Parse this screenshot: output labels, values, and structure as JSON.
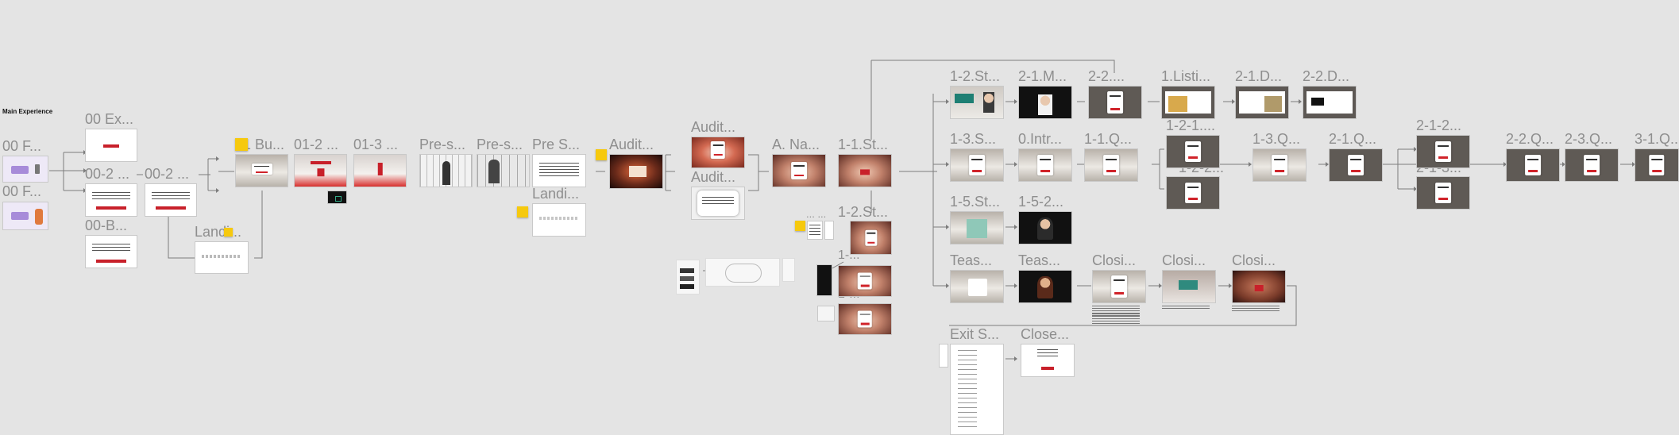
{
  "section_title": "Main Experience",
  "frame_labels": {
    "f00_1": "00 F...",
    "f00_2": "00 F...",
    "f00_ex": "00 Ex...",
    "f00_2a": "00-2 ...",
    "f00_2b": "00-2 ...",
    "f00_b": "00-B...",
    "land_1": "Landi...",
    "bu_01": "01 Bu...",
    "f01_2": "01-2 ...",
    "f01_3": "01-3 ...",
    "pres_1": "Pre-s...",
    "pres_2": "Pre-s...",
    "pres_3": "Pre S...",
    "land_2": "Landi...",
    "audit_1": "Audit...",
    "audit_2": "Audit...",
    "audit_3": "Audit...",
    "a_na": "A. Na...",
    "st_11": "1-1.St...",
    "st_12a": "1-2.St...",
    "st_12b": "1-2.St...",
    "st_13": "1-3.S...",
    "st_15": "1-5.St...",
    "m_21": "2-1.M...",
    "f_22": "2-2....",
    "intro_0": "0.Intr...",
    "q_11": "1-1.Q...",
    "f_152": "1-5-2...",
    "listi_1": "1.Listi...",
    "d_21": "2-1.D...",
    "d_22": "2-2.D...",
    "f_121": "1-2-1....",
    "f_122": "1-2-2...",
    "q_13": "1-3.Q...",
    "q_21": "2-1.Q...",
    "f_212": "2-1-2...",
    "f_213": "2-1-3...",
    "q_22": "2-2.Q...",
    "q_23": "2-3.Q...",
    "q_31": "3-1.Q...",
    "teas_1": "Teas...",
    "teas_2": "Teas...",
    "clos_1": "Closi...",
    "clos_2": "Closi...",
    "clos_3": "Closi...",
    "exit_s": "Exit S...",
    "clos_4": "Close...",
    "dots": "... ...",
    "f_1s1": "1-...",
    "f_1s2": "1-..."
  },
  "colors": {
    "canvas": "#e4e4e4",
    "connector": "#7d7d7d",
    "label": "#8e8e8e",
    "accent_red": "#c8202a",
    "sticky_yellow": "#f6c90e"
  }
}
